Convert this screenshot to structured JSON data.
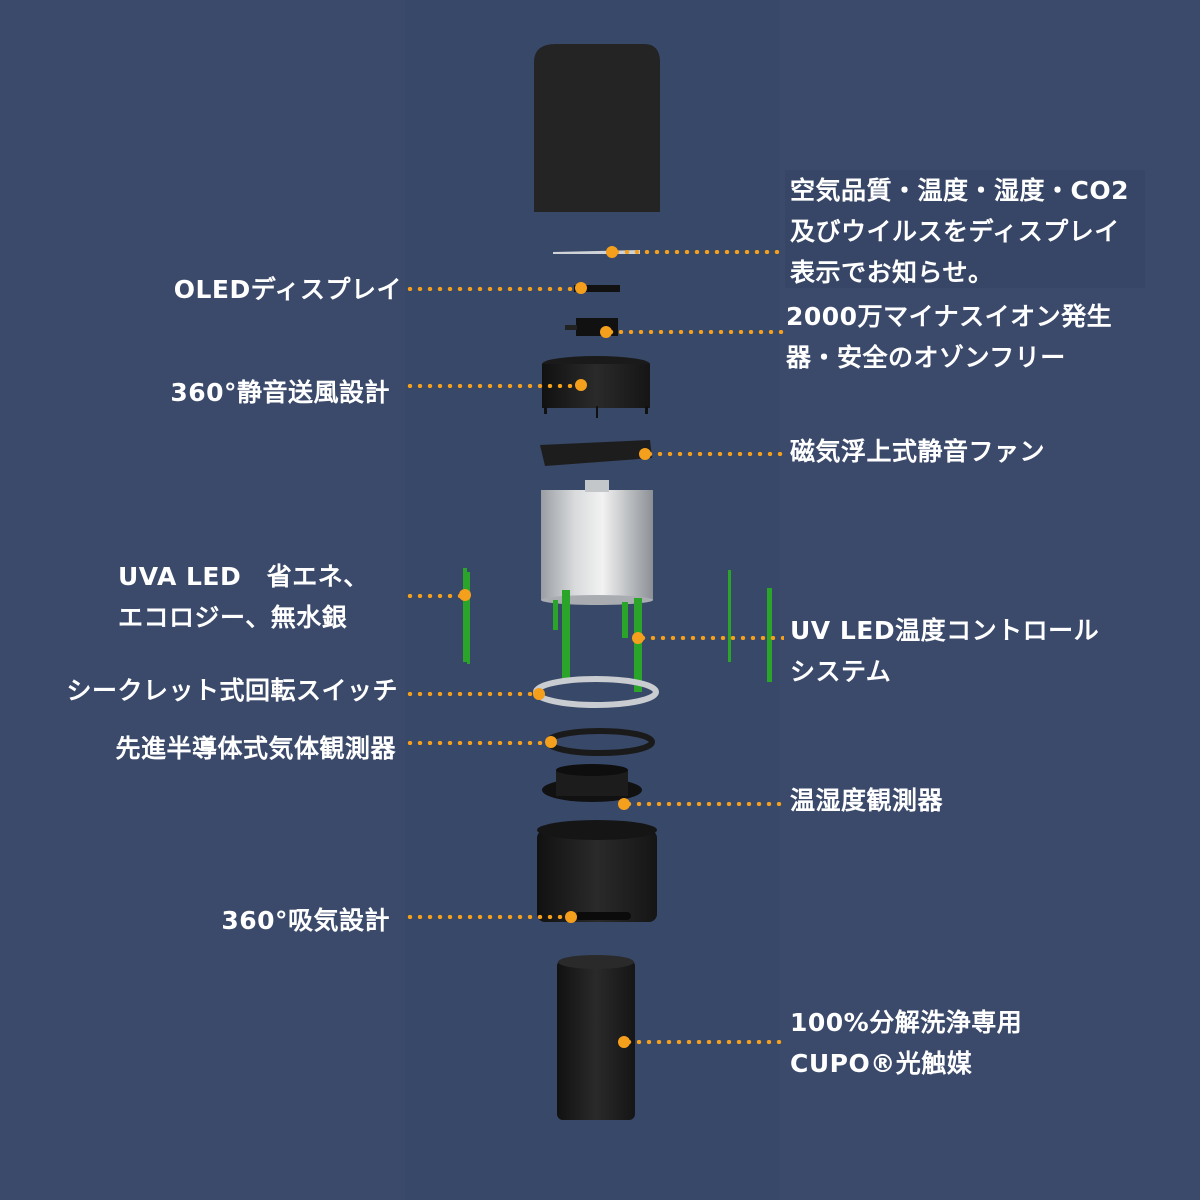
{
  "diagram": {
    "title": "Exploded view of air purifier components",
    "accent_color": "#f5a01c",
    "background_color": "#3b4a6b",
    "right_labels": [
      {
        "id": "display-air-quality",
        "lines": [
          "空気品質・温度・湿度・CO2",
          "及びウイルスをディスプレイ",
          "表示でお知らせ。"
        ]
      },
      {
        "id": "negative-ion",
        "lines": [
          "2000万マイナスイオン発生",
          "器・安全のオゾンフリー"
        ]
      },
      {
        "id": "maglev-fan",
        "lines": [
          "磁気浮上式静音ファン"
        ]
      },
      {
        "id": "uv-led-temp-control",
        "lines": [
          "UV LED温度コントロール",
          "システム"
        ]
      },
      {
        "id": "temp-humidity-sensor",
        "lines": [
          "温湿度観測器"
        ]
      },
      {
        "id": "photocatalyst",
        "lines": [
          "100%分解洗浄専用",
          "CUPO®光触媒"
        ]
      }
    ],
    "left_labels": [
      {
        "id": "oled-display",
        "lines": [
          "OLEDディスプレイ"
        ]
      },
      {
        "id": "360-silent-blow",
        "lines": [
          "360°静音送風設計"
        ]
      },
      {
        "id": "uva-led",
        "lines": [
          "UVA LED　省エネ、",
          "エコロジー、無水銀"
        ]
      },
      {
        "id": "secret-rotary-switch",
        "lines": [
          "シークレット式回転スイッチ"
        ]
      },
      {
        "id": "semiconductor-gas-sensor",
        "lines": [
          "先進半導体式気体観測器"
        ]
      },
      {
        "id": "360-intake",
        "lines": [
          "360°吸気設計"
        ]
      }
    ],
    "components": [
      "top-cover",
      "display-panel",
      "oled-module",
      "ion-generator",
      "air-outlet-housing",
      "maglev-fan",
      "uv-reflector-core",
      "uva-led-boards",
      "rotary-switch-ring",
      "gas-sensor-ring",
      "temp-humidity-sensor-housing",
      "intake-housing",
      "photocatalyst-filter"
    ]
  }
}
